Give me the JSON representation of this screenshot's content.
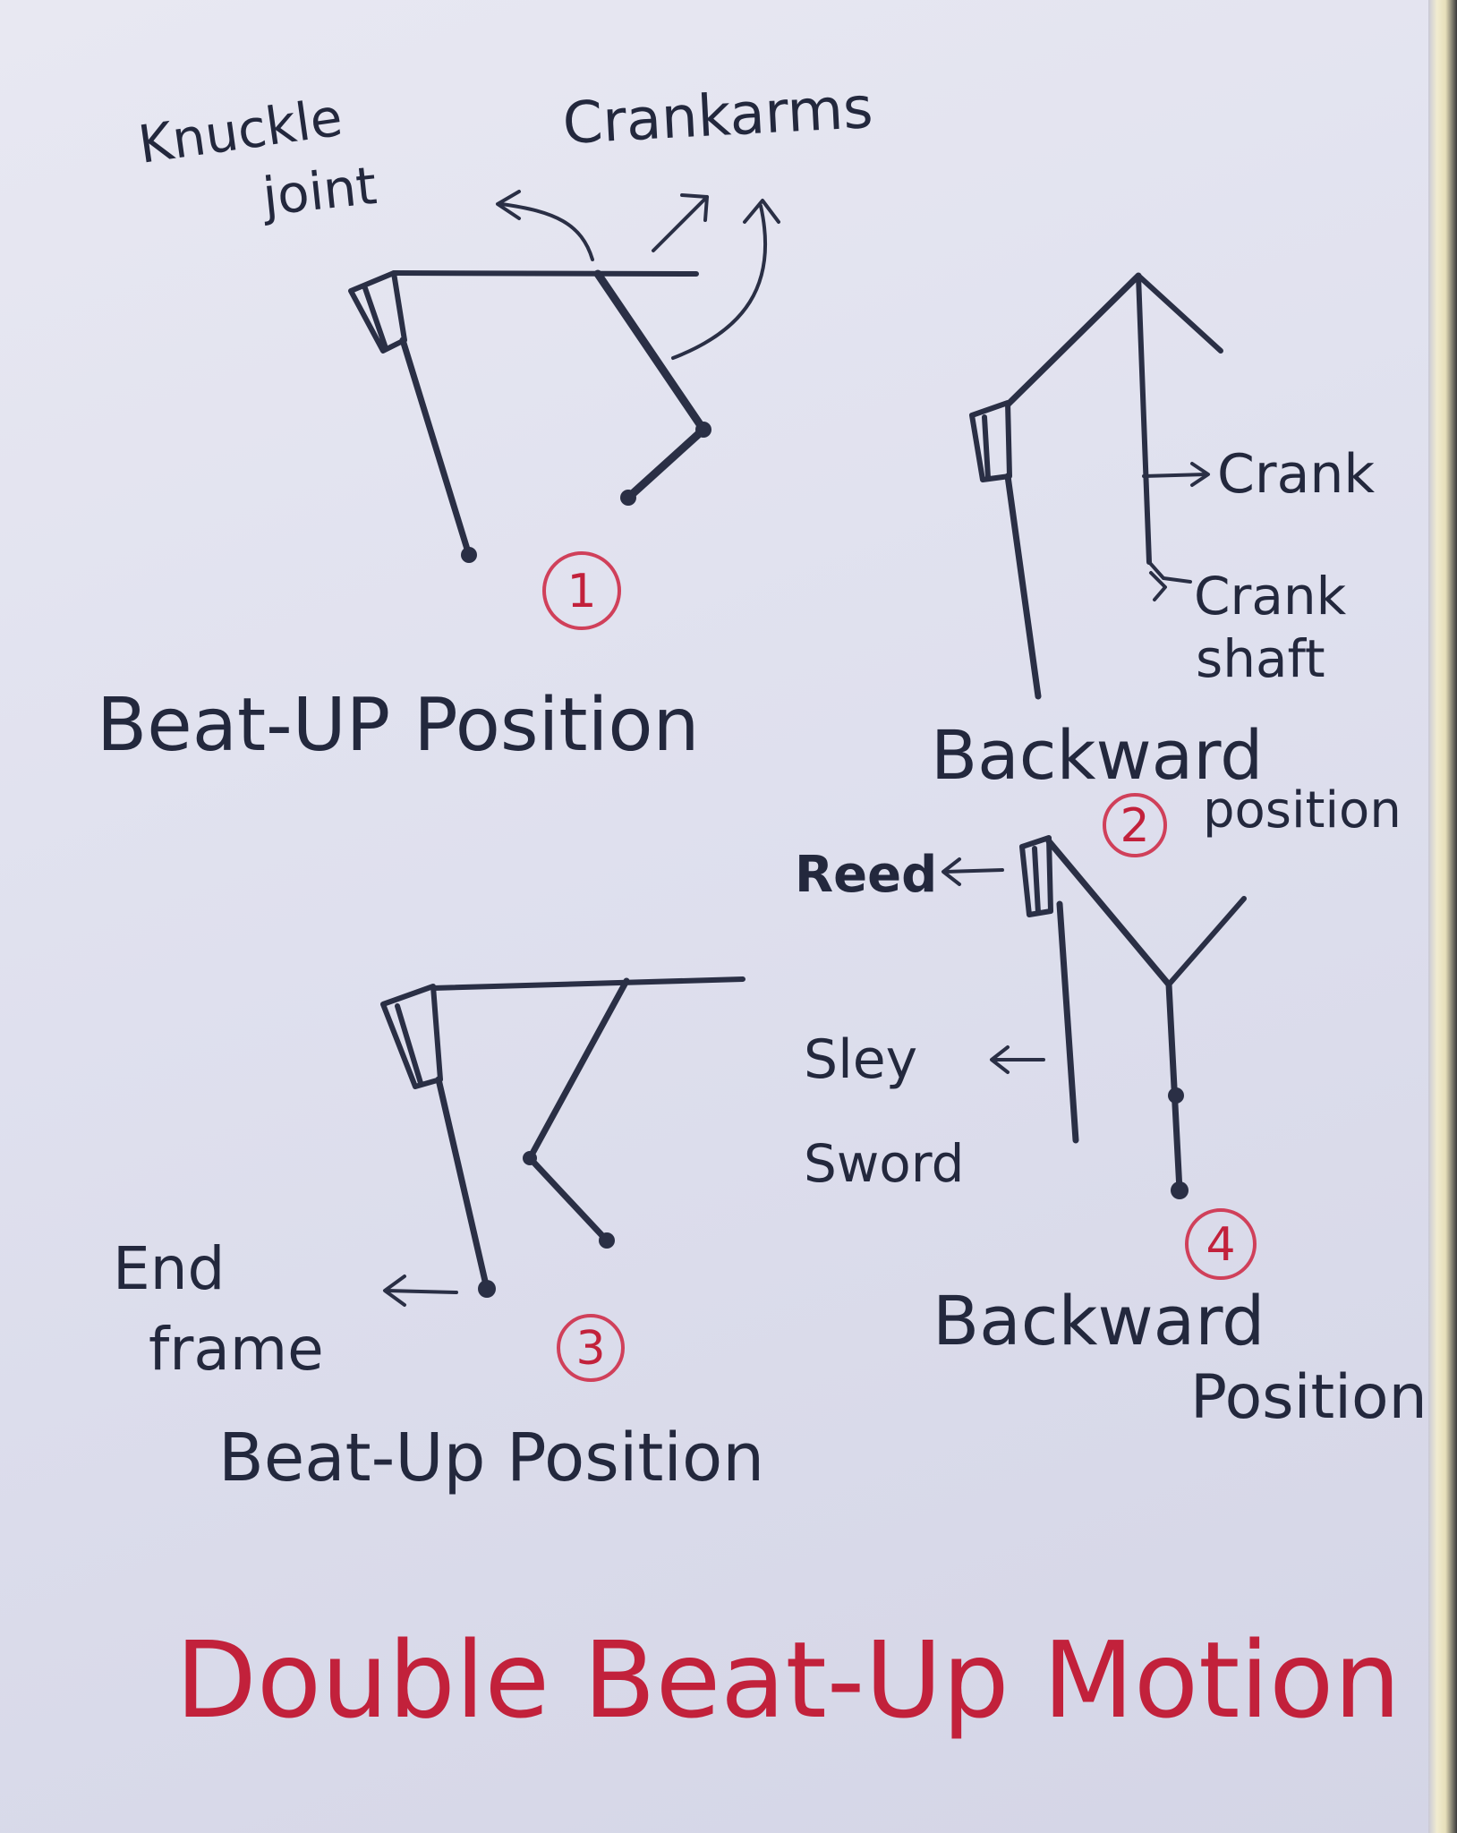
{
  "labels": {
    "knuckle": "Knuckle",
    "joint": "joint",
    "crank_arms": "Crankarms",
    "crank": "Crank",
    "crank_shaft_1": "Crank",
    "crank_shaft_2": "shaft",
    "beat_up_1": "Beat-UP Position",
    "backward_2_line1": "Backward",
    "backward_2_line2": "position",
    "reed": "Reed",
    "sley": "Sley",
    "sword": "Sword",
    "end": "End",
    "frame": "frame",
    "beat_up_3": "Beat-Up Position",
    "backward_4_line1": "Backward",
    "backward_4_line2": "Position"
  },
  "numbers": {
    "n1": "1",
    "n2": "2",
    "n3": "3",
    "n4": "4"
  },
  "title": "Double Beat-Up Motion",
  "colors": {
    "ink": "#2a2f45",
    "title_red": "#c2213b",
    "paper": "#dfe0ee"
  }
}
